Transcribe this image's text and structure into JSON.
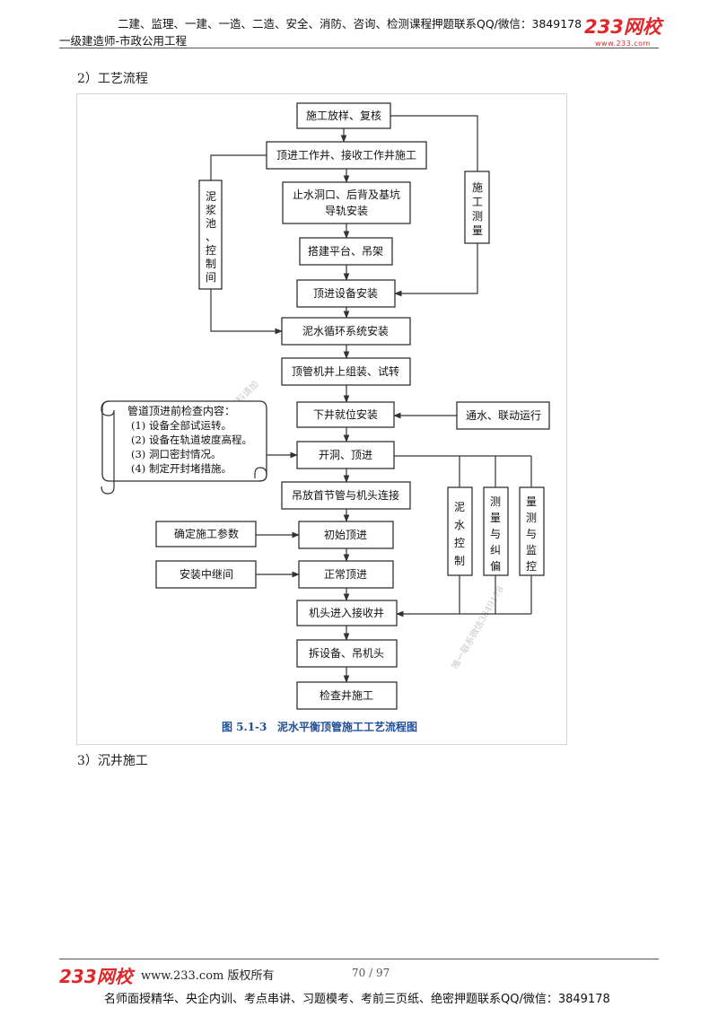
{
  "header": {
    "line1": "二建、监理、一建、一造、二造、安全、消防、咨询、检测课程押题联系QQ/微信：3849178",
    "line2": "一级建造师-市政公用工程",
    "logo_text": "233网校",
    "logo_site": "www.233.com"
  },
  "sections": {
    "s2": "2）工艺流程",
    "s3": "3）沉井施工"
  },
  "flowchart": {
    "steps": [
      "施工放样、复核",
      "顶进工作井、接收工作井施工",
      "止水洞口、后背及基坑",
      "导轨安装",
      "搭建平台、吊架",
      "顶进设备安装",
      "泥水循环系统安装",
      "顶管机井上组装、试转",
      "下井就位安装",
      "开洞、顶进",
      "吊放首节管与机头连接",
      "初始顶进",
      "正常顶进",
      "机头进入接收井",
      "拆设备、吊机头",
      "检查井施工"
    ],
    "side_left_vertical": "泥浆池、控制间",
    "side_right_vertical": "施工测量",
    "aux_tongshui": "通水、联动运行",
    "aux_params": "确定施工参数",
    "aux_relay": "安装中继间",
    "vertical_boxes": [
      "泥水控制",
      "测量与纠偏",
      "量测与监控"
    ],
    "scroll": {
      "title": "管道顶进前检查内容：",
      "items": [
        "(1) 设备全部试运转。",
        "(2) 设备在轨道坡度高程。",
        "(3) 洞口密封情况。",
        "(4) 制定开封堵措施。"
      ]
    },
    "caption_num": "图 5.1-3",
    "caption_text": "泥水平衡顶管施工工艺流程图",
    "watermark1": "更多资料请加",
    "watermark2": "唯一联系微信3849178"
  },
  "footer": {
    "logo_text": "233网校",
    "url_text": "www.233.com 版权所有",
    "page": "70 / 97",
    "note": "名师面授精华、央企内训、考点串讲、习题模考、考前三页纸、绝密押题联系QQ/微信：3849178"
  },
  "colors": {
    "brand_red": "#e0282a",
    "caption_blue": "#1f4f9b",
    "box_border": "#333333"
  }
}
